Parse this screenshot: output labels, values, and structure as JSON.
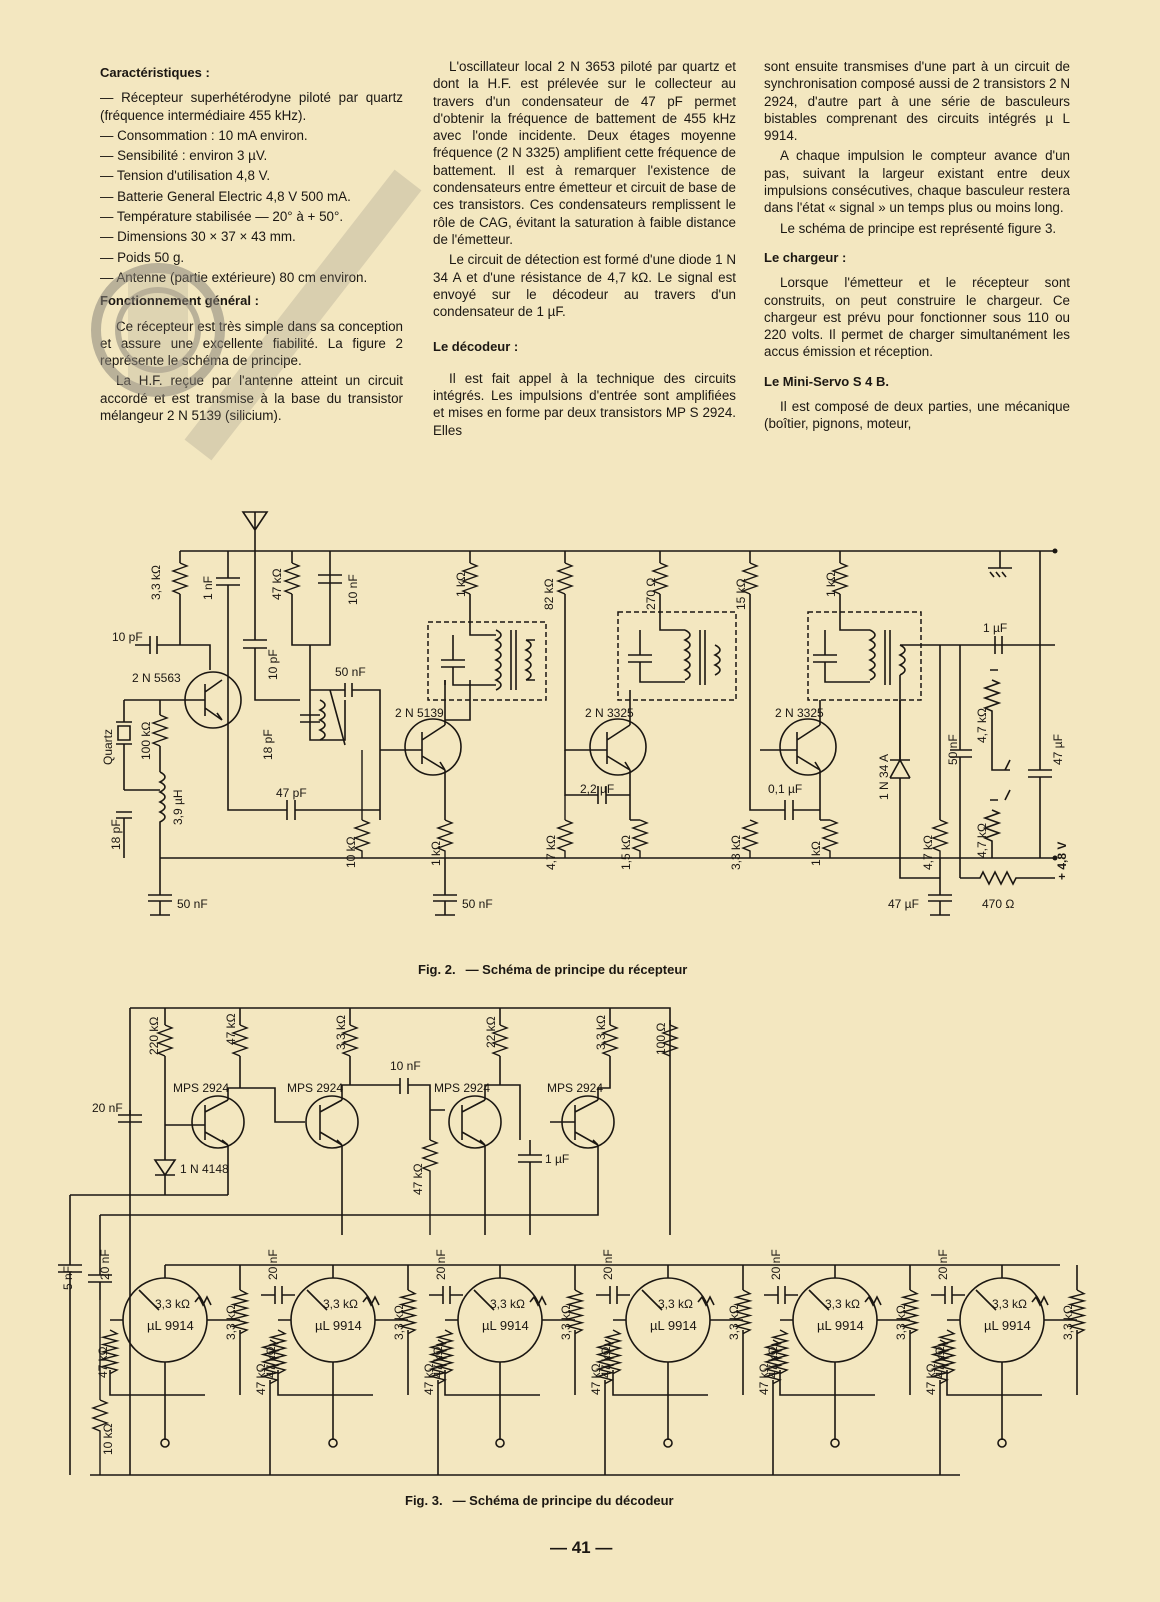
{
  "col1": {
    "h_carac": "Caractéristiques :",
    "carac_items": [
      "— Récepteur superhétérodyne piloté par quartz (fréquence intermédiaire 455 kHz).",
      "— Consommation : 10 mA environ.",
      "— Sensibilité : environ 3 µV.",
      "— Tension d'utilisation 4,8 V.",
      "— Batterie General Electric 4,8 V 500 mA.",
      "— Température stabilisée — 20° à + 50°.",
      "— Dimensions 30 × 37 × 43 mm.",
      "— Poids 50 g.",
      "— Antenne (partie extérieure) 80 cm environ."
    ],
    "h_fonct": "Fonctionnement général :",
    "p1": "Ce récepteur est très simple dans sa conception et assure une excellente fiabilité. La figure 2 représente le schéma de principe.",
    "p2": "La H.F. reçue par l'antenne atteint un circuit accordé et est transmise à la base du transistor mélangeur 2 N 5139 (silicium)."
  },
  "col2": {
    "p1": "L'oscillateur local 2 N 3653 piloté par quartz et dont la H.F. est prélevée sur le collecteur au travers d'un condensateur de 47 pF permet d'obtenir la fréquence de battement de 455 kHz avec l'onde incidente. Deux étages moyenne fréquence (2 N 3325) amplifient cette fréquence de battement. Il est à remarquer l'existence de condensateurs entre émetteur et circuit de base de ces transistors. Ces condensateurs remplissent le rôle de CAG, évitant la saturation à faible distance de l'émetteur.",
    "p2": "Le circuit de détection est formé d'une diode 1 N 34 A et d'une résistance de 4,7 kΩ. Le signal est envoyé sur le décodeur au travers d'un condensateur de 1 µF.",
    "h_decodeur": "Le décodeur :",
    "p3": "Il est fait appel à la technique des circuits intégrés. Les impulsions d'entrée sont amplifiées et mises en forme par deux transistors MP S 2924. Elles"
  },
  "col3": {
    "p1": "sont ensuite transmises d'une part à un circuit de synchronisation composé aussi de 2 transistors 2 N 2924, d'autre part à une série de basculeurs bistables comprenant des circuits intégrés µ L 9914.",
    "p2": "A chaque impulsion le compteur avance d'un pas, suivant la largeur existant entre deux impulsions consécutives, chaque basculeur restera dans l'état « signal » un temps plus ou moins long.",
    "p3": "Le schéma de principe est représenté figure 3.",
    "h_chargeur": "Le chargeur :",
    "p4": "Lorsque l'émetteur et le récepteur sont construits, on peut construire le chargeur. Ce chargeur est prévu pour fonctionner sous 110 ou 220 volts. Il permet de charger simultanément les accus émission et réception.",
    "h_servo": "Le Mini-Servo S 4 B.",
    "p5": "Il est composé de deux parties, une mécanique (boîtier, pignons, moteur,"
  },
  "fig2": {
    "number": "Fig. 2.",
    "caption": "— Schéma de principe du récepteur",
    "labels": {
      "r33k": "3,3 kΩ",
      "c1n": "1 nF",
      "r47k": "47 kΩ",
      "c10n": "10 nF",
      "c10p_a": "10 pF",
      "c10p_b": "10 pF",
      "q1": "2 N 5563",
      "quartz": "Quartz",
      "r100k": "100 kΩ",
      "c18p_a": "18 pF",
      "l39": "3,9 µH",
      "c18p_b": "18 pF",
      "c50n_a": "50 nF",
      "c50n_b": "50 nF",
      "c47p": "47 pF",
      "c50n_c": "50 nF",
      "q2": "2 N 5139",
      "r10k": "10 kΩ",
      "r1k_a": "1 kΩ",
      "r1k_b": "1 kΩ",
      "r82k": "82 kΩ",
      "r270": "270 Ω",
      "q3": "2 N 3325",
      "c22u": "2,2 µF",
      "r47k_b": "4,7 kΩ",
      "r15k_b": "1,5 kΩ",
      "r15k": "15 kΩ",
      "r1k_c": "1 kΩ",
      "q4": "2 N 3325",
      "c01u": "0,1 µF",
      "r33k_b": "3,3 kΩ",
      "r1k_d": "1 kΩ",
      "d1": "1 N 34 A",
      "c1u": "1 µF",
      "c50n_d": "50 nF",
      "r47k_c": "4,7 kΩ",
      "r47k_d": "4,7 kΩ",
      "r47k_e": "4,7 kΩ",
      "c47u_a": "47 µF",
      "c47u_b": "47 µF",
      "r470": "470 Ω",
      "v48": "+ 4,8 V"
    }
  },
  "fig3": {
    "number": "Fig. 3.",
    "caption": "— Schéma de principe du décodeur",
    "labels": {
      "r220k": "220 kΩ",
      "r47k_a": "47 kΩ",
      "r33k_a": "3,3 kΩ",
      "c10n": "10 nF",
      "r22k": "22 kΩ",
      "r33k_b": "3,3 kΩ",
      "r100": "100 Ω",
      "c20n_a": "20 nF",
      "mps": "MPS 2924",
      "d1": "1 N 4148",
      "r47k_b": "47 kΩ",
      "c1u": "1 µF",
      "c5n": "5 nF",
      "c20n_b": "20 nF",
      "r10k": "10 kΩ",
      "c20n": "20 nF",
      "r33k": "3,3 kΩ",
      "r47k": "47 kΩ",
      "ic": "µL 9914"
    }
  },
  "page_number": "— 41 —"
}
